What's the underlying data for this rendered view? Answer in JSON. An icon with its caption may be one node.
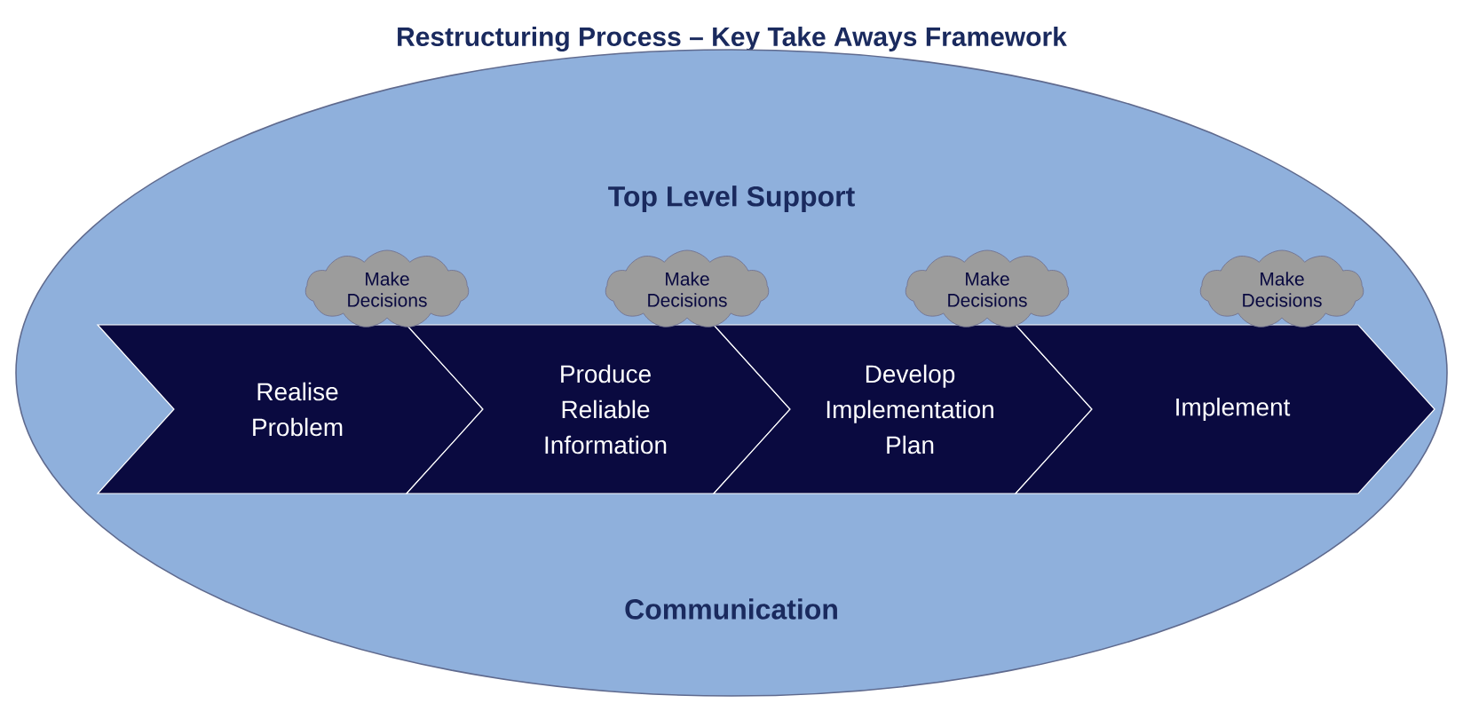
{
  "diagram": {
    "title": "Restructuring Process – Key Take Aways Framework",
    "nodes": [
      {
        "text": [
          "Top Level Support",
          "Communication"
        ]
      },
      {
        "text": [
          "Realise Problem"
        ],
        "in": 0
      },
      {
        "text": [
          "Produce Reliable Information"
        ],
        "in": 0
      },
      {
        "text": [
          "Develop Implementation Plan"
        ],
        "in": 0
      },
      {
        "text": [
          "Implement"
        ],
        "in": 0
      },
      {
        "text": [
          "Make Decisions"
        ],
        "in": 0
      },
      {
        "text": [
          "Make Decisions"
        ],
        "in": 0
      },
      {
        "text": [
          "Make Decisions"
        ],
        "in": 0
      },
      {
        "text": [
          "Make Decisions"
        ],
        "in": 0
      }
    ]
  }
}
